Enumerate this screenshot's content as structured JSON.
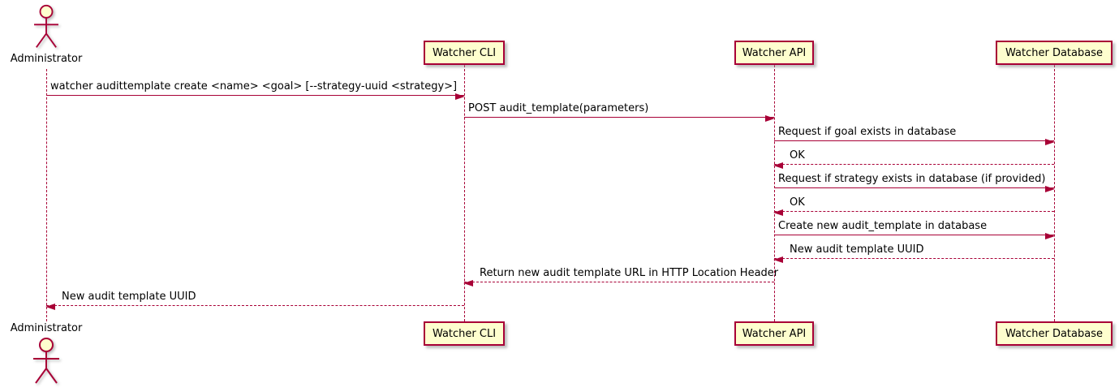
{
  "diagram": {
    "type": "uml-sequence",
    "actor": {
      "label": "Administrator"
    },
    "participants": [
      {
        "label": "Watcher CLI"
      },
      {
        "label": "Watcher API"
      },
      {
        "label": "Watcher Database"
      }
    ],
    "colors": {
      "border": "#a80036",
      "fill": "#fefece",
      "text": "#000000",
      "background": "#ffffff"
    },
    "messages": [
      {
        "text": "watcher audittemplate create <name> <goal> [--strategy-uuid <strategy>]",
        "from": "Administrator",
        "to": "Watcher CLI",
        "style": "solid"
      },
      {
        "text": "POST audit_template(parameters)",
        "from": "Watcher CLI",
        "to": "Watcher API",
        "style": "solid"
      },
      {
        "text": "Request if goal exists in database",
        "from": "Watcher API",
        "to": "Watcher Database",
        "style": "solid"
      },
      {
        "text": "OK",
        "from": "Watcher Database",
        "to": "Watcher API",
        "style": "dashed"
      },
      {
        "text": "Request if strategy exists in database (if provided)",
        "from": "Watcher API",
        "to": "Watcher Database",
        "style": "solid"
      },
      {
        "text": "OK",
        "from": "Watcher Database",
        "to": "Watcher API",
        "style": "dashed"
      },
      {
        "text": "Create new audit_template in database",
        "from": "Watcher API",
        "to": "Watcher Database",
        "style": "solid"
      },
      {
        "text": "New audit template UUID",
        "from": "Watcher Database",
        "to": "Watcher API",
        "style": "dashed"
      },
      {
        "text": "Return new audit template URL in HTTP Location Header",
        "from": "Watcher API",
        "to": "Watcher CLI",
        "style": "dashed"
      },
      {
        "text": "New audit template UUID",
        "from": "Watcher CLI",
        "to": "Administrator",
        "style": "dashed"
      }
    ]
  }
}
